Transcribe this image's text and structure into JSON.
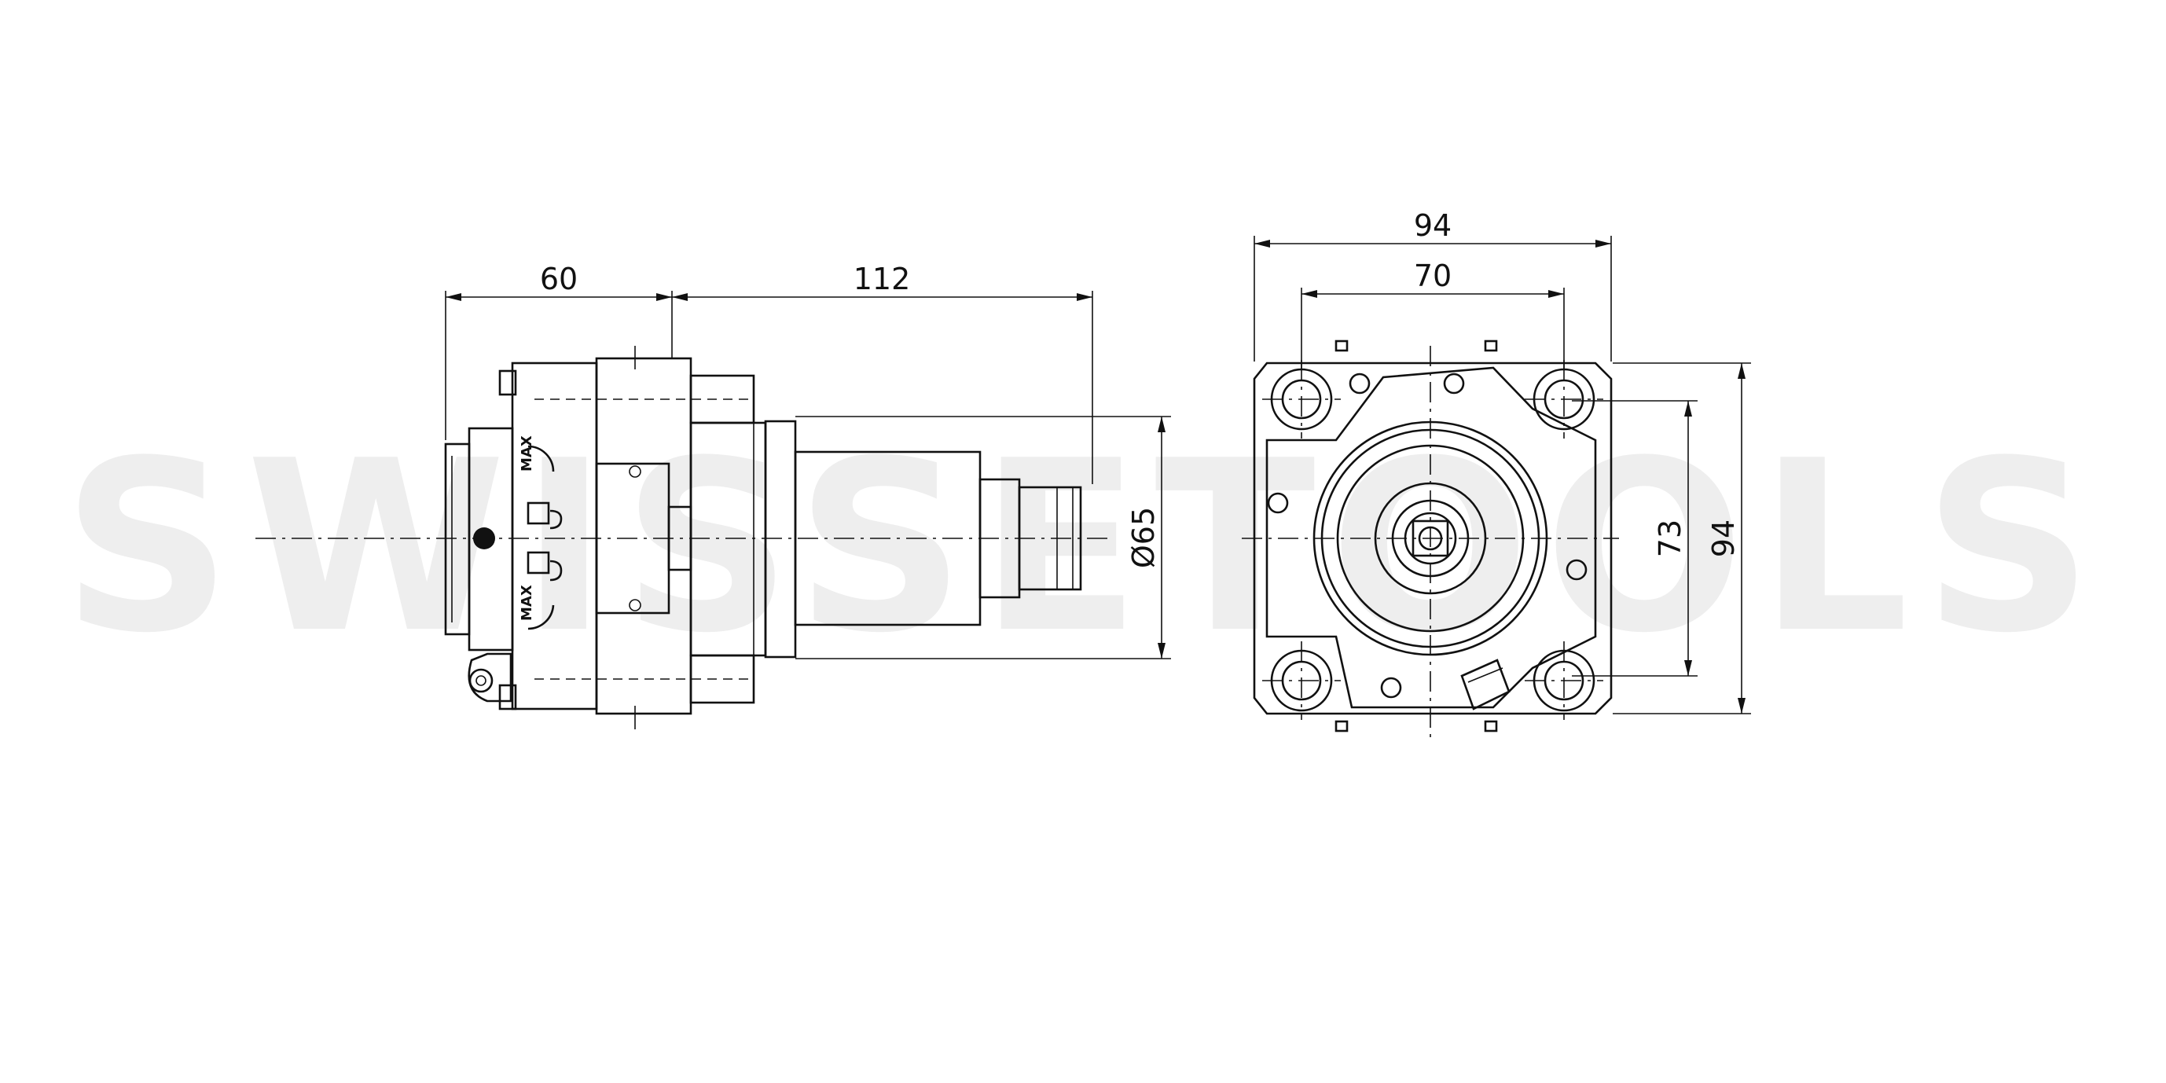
{
  "watermark": "SWISSETOOLS",
  "side_view": {
    "dim_front_length": "60",
    "dim_body_length": "112",
    "dim_diameter": "Ø65",
    "rotation_label_top": "MAX",
    "rotation_label_bottom": "MAX"
  },
  "front_view": {
    "dim_overall_width": "94",
    "dim_bolt_spacing_x": "70",
    "dim_bolt_spacing_y": "73",
    "dim_overall_height": "94"
  }
}
